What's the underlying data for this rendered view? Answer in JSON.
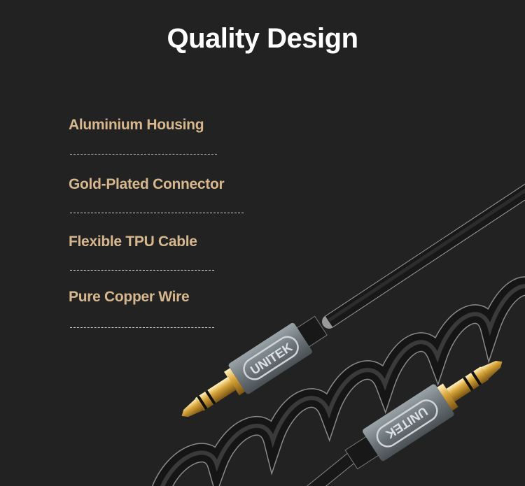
{
  "header": {
    "title": "Quality Design"
  },
  "features": [
    {
      "label": "Aluminium Housing"
    },
    {
      "label": "Gold-Plated Connector"
    },
    {
      "label": "Flexible TPU Cable"
    },
    {
      "label": "Pure Copper Wire"
    }
  ],
  "product": {
    "brand_logo_text": "UNITEK",
    "icon": "coiled-audio-cable-image"
  },
  "colors": {
    "background": "#222222",
    "title": "#ffffff",
    "feature_text": "#d7b88e",
    "divider": "#cfcfcf"
  }
}
